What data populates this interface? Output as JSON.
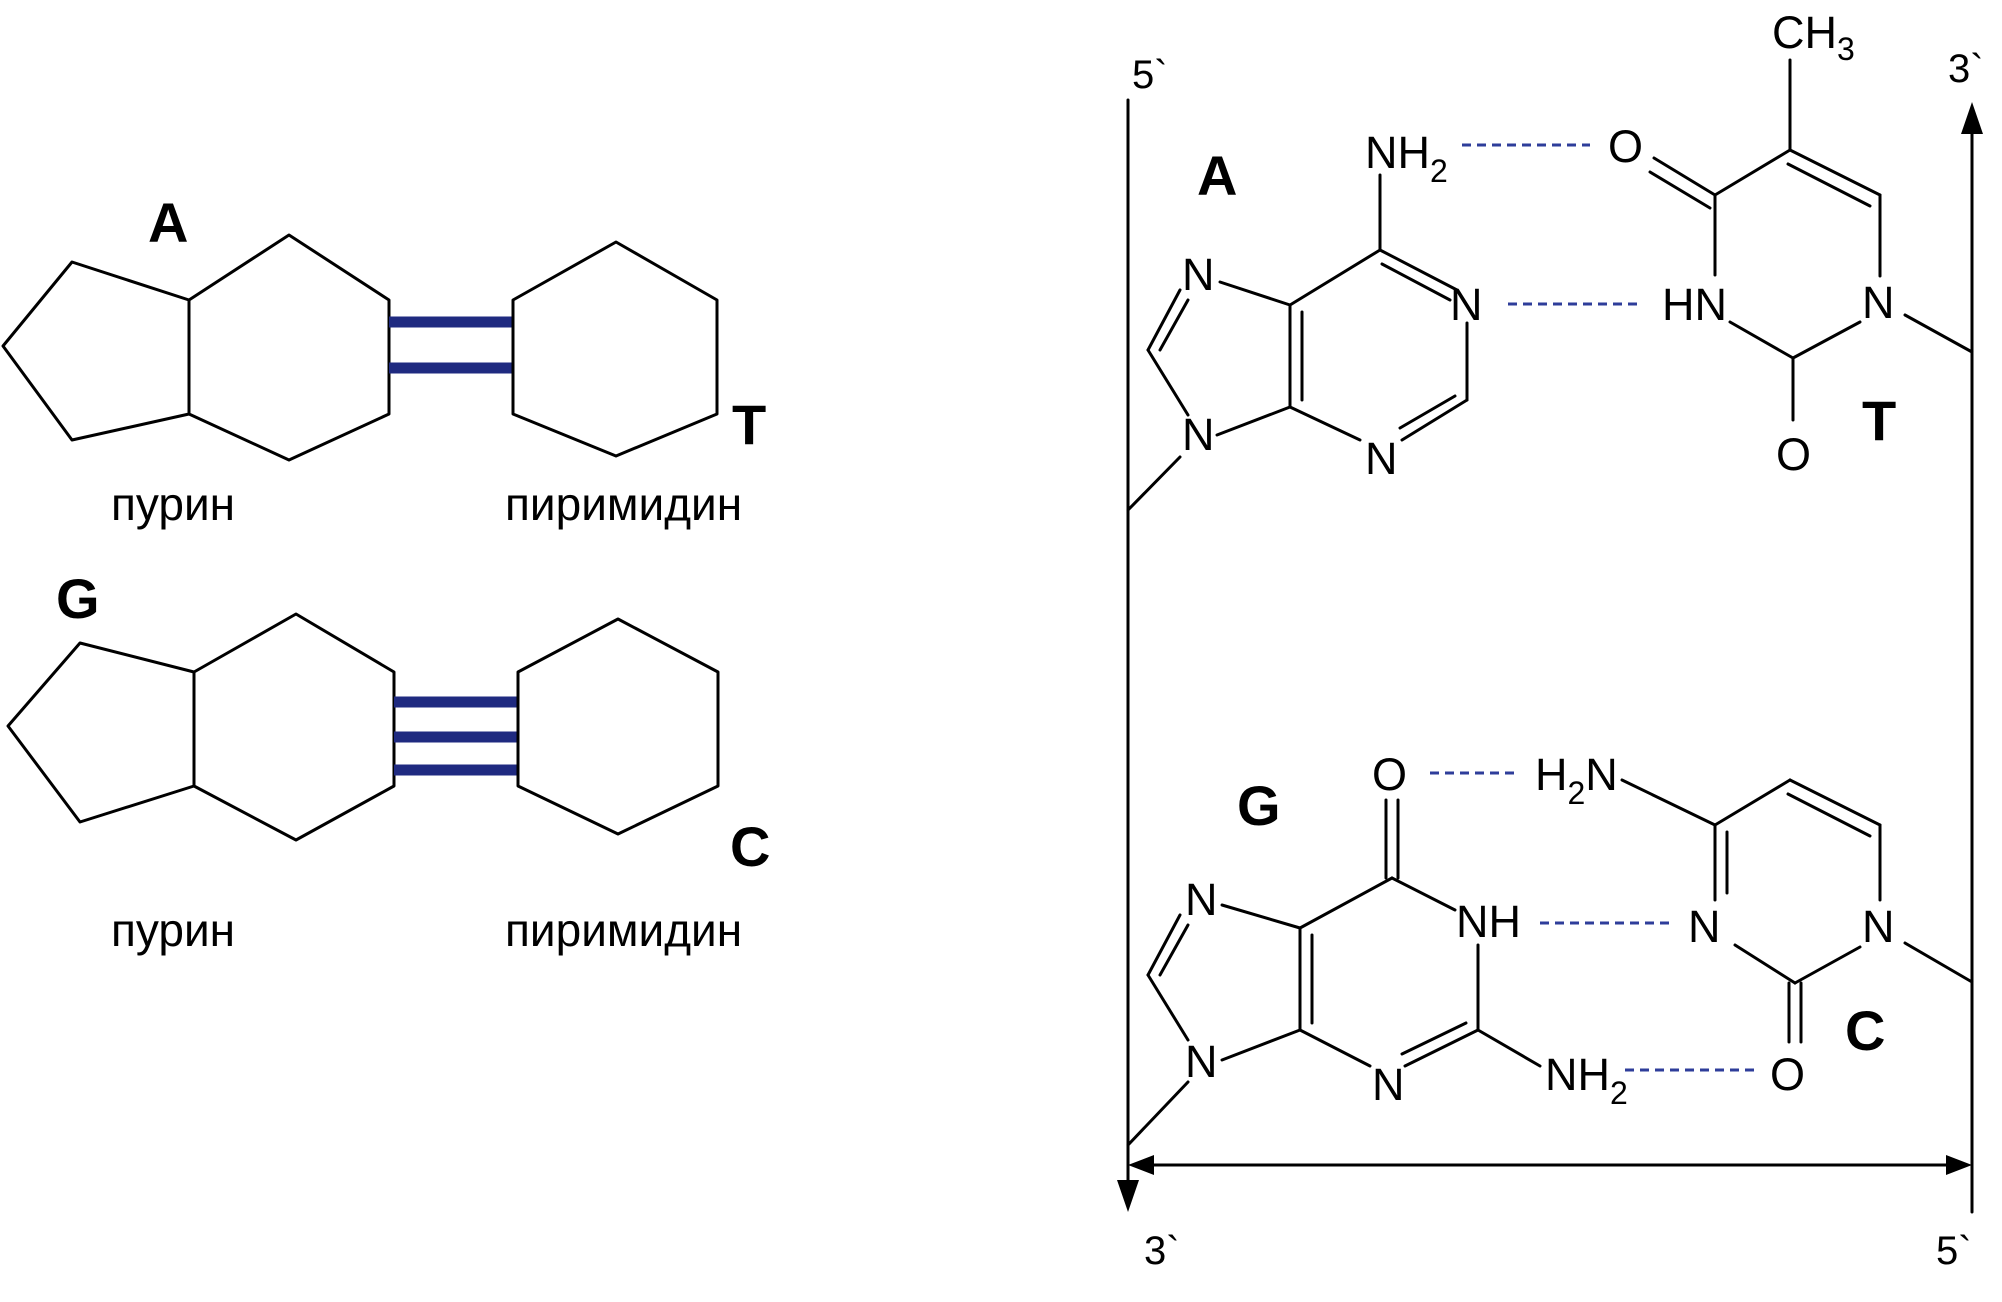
{
  "colors": {
    "hbond": "#1f2a80",
    "hbond_dashed": "#2e3d9a",
    "line": "#000000"
  },
  "left_panel": {
    "pair1": {
      "purine_letter": "A",
      "pyrimidine_letter": "T",
      "purine_label": "пурин",
      "pyrimidine_label": "пиримидин",
      "hbond_count": 2
    },
    "pair2": {
      "purine_letter": "G",
      "pyrimidine_letter": "C",
      "purine_label": "пурин",
      "pyrimidine_label": "пиримидин",
      "hbond_count": 3
    }
  },
  "right_panel": {
    "strand_ends": {
      "left_top": "5`",
      "right_top": "3`",
      "left_bottom": "3`",
      "right_bottom": "5`"
    },
    "at_pair": {
      "adenine_label": "A",
      "thymine_label": "T",
      "adenine_atoms": {
        "nh2": "NH",
        "nh2_sub": "2",
        "n1": "N",
        "n3": "N",
        "n7": "N",
        "n9": "N"
      },
      "thymine_atoms": {
        "ch3": "CH",
        "ch3_sub": "3",
        "o4": "O",
        "n3h": "HN",
        "n1": "N",
        "o2": "O"
      }
    },
    "gc_pair": {
      "guanine_label": "G",
      "cytosine_label": "C",
      "guanine_atoms": {
        "o6": "O",
        "n1h": "NH",
        "n3": "N",
        "n7": "N",
        "n9": "N",
        "nh2": "NH",
        "nh2_sub": "2"
      },
      "cytosine_atoms": {
        "h2n": "H",
        "h2n_sub": "2",
        "h2n_n": "N",
        "n3": "N",
        "n1": "N",
        "o2": "O"
      }
    }
  }
}
